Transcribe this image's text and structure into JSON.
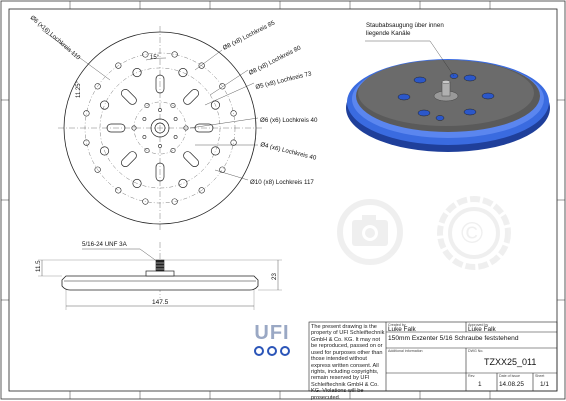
{
  "drawing": {
    "top_view_labels": {
      "d6_x16": "Ø6 (x16) Lochkreis 110",
      "d8_x8_85": "Ø8 (x8) Lochkreis 85",
      "d8_x8_80": "Ø8 (x8) Lochkreis 80",
      "d5_x8": "Ø5 (x8) Lochkreis 73",
      "d6_x6": "Ø6 (x6) Lochkreis 40",
      "d4_x6": "Ø4 (x6) Lochkreis 40",
      "d10_x8": "Ø10 (x8) Lochkreis 117",
      "angle_15": "15°",
      "angle_1125": "11.25°"
    },
    "iso_view_note": "Staubabsaugung über innen liegende Kanäle",
    "side_view": {
      "thread_label": "5/16-24 UNF 3A",
      "dim_height_left": "11.5",
      "dim_height_right": "23",
      "dim_width": "147.5"
    }
  },
  "logo": {
    "text": "UFI"
  },
  "title_block": {
    "disclaimer": "The present drawing is the property of UFI Schleiftechnik GmbH & Co. KG. It may not be reproduced, passed on or used for purposes other than those intended without express written consent. All rights, including copyrights, remain reserved by UFI Schleiftechnik GmbH & Co. KG. Violations will be prosecuted.",
    "created_by_label": "Created by",
    "created_by": "Luke Falk",
    "approved_by_label": "Approved by",
    "approved_by": "Luke Falk",
    "title": "150mm Exzenter 5/16 Schraube feststehend",
    "additional_info_label": "Additional information",
    "dwg_no_label": "DWG No.",
    "dwg_no": "TZXX25_011",
    "rev_label": "Rev.",
    "rev": "1",
    "date_label": "Date of issue",
    "date": "14.08.25",
    "sheet_label": "Sheet",
    "sheet": "1/1"
  }
}
